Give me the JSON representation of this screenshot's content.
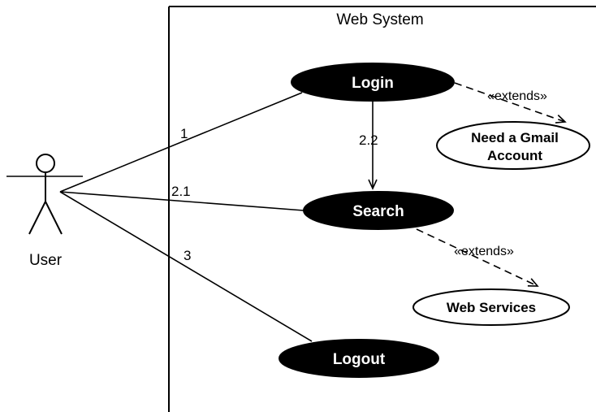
{
  "system": {
    "title": "Web System"
  },
  "actor": {
    "name": "User"
  },
  "use_cases": {
    "login": "Login",
    "search": "Search",
    "logout": "Logout",
    "gmail_line1": "Need a Gmail",
    "gmail_line2": "Account",
    "web_services": "Web Services"
  },
  "relations": {
    "user_login": "1",
    "user_search": "2.1",
    "login_search": "2.2",
    "user_logout": "3",
    "login_extends": "«extends»",
    "search_extends": "«extends»"
  }
}
